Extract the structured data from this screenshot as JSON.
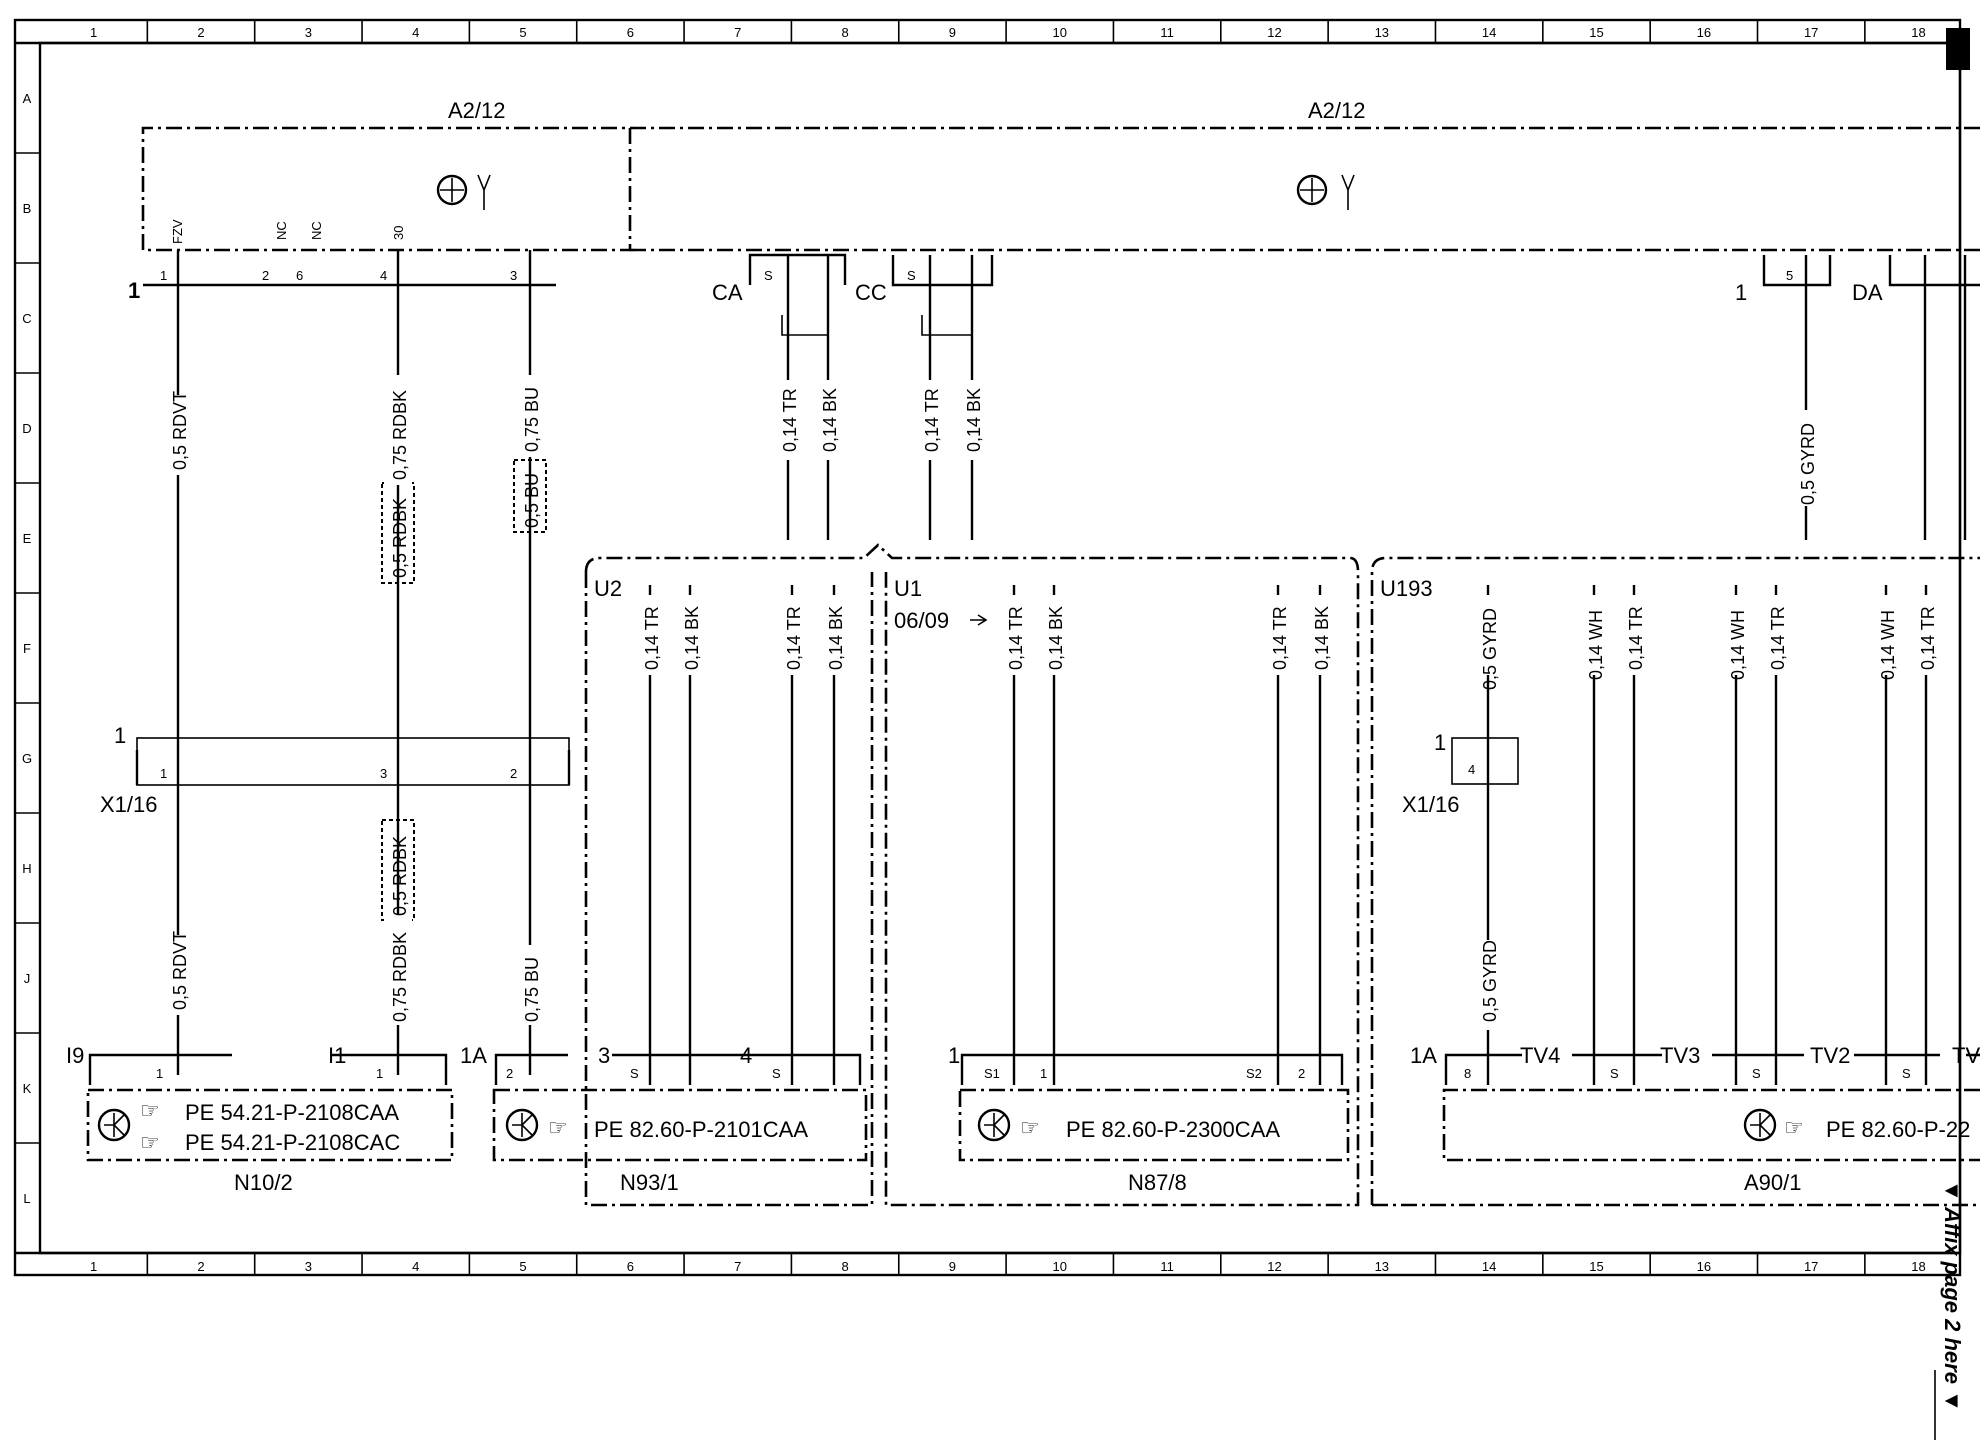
{
  "frame": {
    "columns": [
      "1",
      "2",
      "3",
      "4",
      "5",
      "6",
      "7",
      "8",
      "9",
      "10",
      "11",
      "12",
      "13",
      "14",
      "15",
      "16",
      "17",
      "18"
    ],
    "rows": [
      "A",
      "B",
      "C",
      "D",
      "E",
      "F",
      "G",
      "H",
      "J",
      "K",
      "L"
    ]
  },
  "affix_note": "▼ Affix page 2 here ▼",
  "modules": {
    "a2_12_left": "A2/12",
    "a2_12_right": "A2/12",
    "left_pins": {
      "fzv": "FZV",
      "nc1": "NC",
      "nc2": "NC",
      "p30": "30"
    },
    "left_pin_numbers": {
      "p1": "1",
      "p2": "2",
      "p6": "6",
      "p4": "4",
      "p3": "3"
    },
    "left_conn": "1",
    "cc_labels": {
      "ca": "CA",
      "cc": "CC",
      "s": "S",
      "da": "DA",
      "one": "1",
      "five": "5"
    }
  },
  "wires": {
    "w1_top": "0,5 RDVT",
    "w2_top": "0,75 RDBK",
    "w2_mid": "0,5 RDBK",
    "w2_low": "0,5 RDBK",
    "w3_top": "0,75 BU",
    "w3_mid": "0,5 BU",
    "w1_bottom": "0,5 RDVT",
    "w2_bottom": "0,75 RDBK",
    "w3_bottom": "0,75 BU",
    "ca_tr": "0,14 TR",
    "ca_bk": "0,14 BK",
    "cc_tr": "0,14 TR",
    "cc_bk": "0,14 BK",
    "gyrd_top": "0,5 GYRD",
    "gyrd_mid": "0,5 GYRD",
    "gyrd_bottom": "0,5 GYRD",
    "u2_a_tr": "0,14 TR",
    "u2_a_bk": "0,14 BK",
    "u2_b_tr": "0,14 TR",
    "u2_b_bk": "0,14 BK",
    "u1_a_tr": "0,14 TR",
    "u1_a_bk": "0,14 BK",
    "u1_b_tr": "0,14 TR",
    "u1_b_bk": "0,14 BK",
    "u193_wh1": "0,14 WH",
    "u193_tr1": "0,14 TR",
    "u193_wh2": "0,14 WH",
    "u193_tr2": "0,14 TR",
    "u193_wh3": "0,14 WH",
    "u193_tr3": "0,14 TR"
  },
  "connectors": {
    "x1_16_left": "X1/16",
    "x1_16_left_num": "1",
    "x1_16_left_pins": {
      "p1": "1",
      "p3": "3",
      "p2": "2"
    },
    "x1_16_right": "X1/16",
    "x1_16_right_num": "1",
    "x1_16_right_pin": "4"
  },
  "groups": {
    "u2": "U2",
    "u1": "U1",
    "u1_ref": "06/09",
    "u193": "U193"
  },
  "components": {
    "n10_2": {
      "label": "N10/2",
      "conn_a": "I9",
      "conn_a_pin": "1",
      "conn_b": "I1",
      "conn_b_pin": "1",
      "ref1": "PE 54.21-P-2108CAA",
      "ref2": "PE 54.21-P-2108CAC"
    },
    "n93_1": {
      "label": "N93/1",
      "conn_a": "1A",
      "conn_a_pin": "2",
      "conn_b": "3",
      "conn_b_s": "S",
      "conn_c": "4",
      "conn_c_s": "S",
      "ref": "PE 82.60-P-2101CAA"
    },
    "n87_8": {
      "label": "N87/8",
      "conn": "1",
      "pin_s1": "S1",
      "pin_1": "1",
      "pin_s2": "S2",
      "pin_2": "2",
      "ref": "PE 82.60-P-2300CAA"
    },
    "a90_1": {
      "label": "A90/1",
      "conn": "1A",
      "pin8": "8",
      "tv4": "TV4",
      "tv3": "TV3",
      "tv2": "TV2",
      "tv1": "TV",
      "s": "S",
      "ref": "PE 82.60-P-22"
    }
  }
}
